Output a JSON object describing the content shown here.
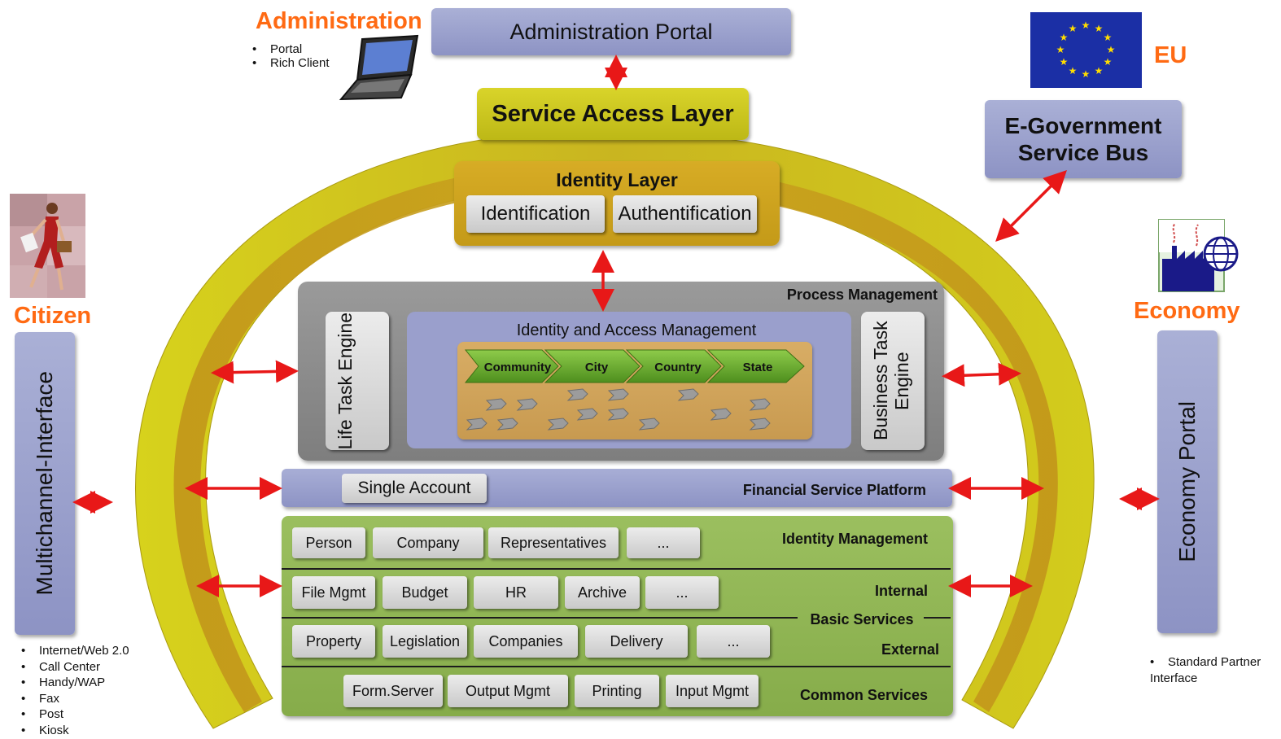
{
  "actors": {
    "administration": {
      "title": "Administration",
      "channels": [
        "Portal",
        "Rich Client"
      ],
      "icon": "laptop-icon"
    },
    "citizen": {
      "title": "Citizen",
      "channels": [
        "Internet/Web 2.0",
        "Call Center",
        "Handy/WAP",
        "Fax",
        "Post",
        "Kiosk"
      ],
      "icon": "person-icon"
    },
    "economy": {
      "title": "Economy",
      "channels": [
        "Standard Partner Interface"
      ],
      "icon": "factory-globe-icon"
    },
    "eu": {
      "title": "EU",
      "icon": "eu-flag-icon"
    }
  },
  "portals": {
    "administration_portal": "Administration Portal",
    "multichannel_interface": "Multichannel-Interface",
    "economy_portal": "Economy Portal",
    "egov_bus_line1": "E-Government",
    "egov_bus_line2": "Service Bus"
  },
  "service_access_layer": "Service Access Layer",
  "identity_layer": {
    "title": "Identity Layer",
    "items": [
      "Identification",
      "Authentification"
    ]
  },
  "process_management": {
    "title": "Process Management",
    "life_task_engine": "Life Task Engine",
    "business_task_engine": "Business Task Engine",
    "iam": {
      "title": "Identity and Access Management",
      "levels": [
        "Community",
        "City",
        "Country",
        "State"
      ]
    }
  },
  "financial_service_platform": {
    "title": "Financial Service Platform",
    "item": "Single Account"
  },
  "basic_services": {
    "title": "Basic Services",
    "identity_management": {
      "label": "Identity Management",
      "items": [
        "Person",
        "Company",
        "Representatives",
        "..."
      ]
    },
    "internal": {
      "label": "Internal",
      "items": [
        "File Mgmt",
        "Budget",
        "HR",
        "Archive",
        "..."
      ]
    },
    "external": {
      "label": "External",
      "items": [
        "Property",
        "Legislation",
        "Companies",
        "Delivery",
        "..."
      ]
    },
    "common_services": {
      "label": "Common Services",
      "items": [
        "Form.Server",
        "Output Mgmt",
        "Printing",
        "Input Mgmt"
      ]
    }
  },
  "colors": {
    "actor_title": "#ff6a13",
    "arrow": "#e81818",
    "arch_outer": "#c8c21a",
    "arch_inner": "#c09818",
    "portal": "#9aa0cc",
    "basic_services": "#92b558",
    "process_management": "#8c8c8c"
  }
}
